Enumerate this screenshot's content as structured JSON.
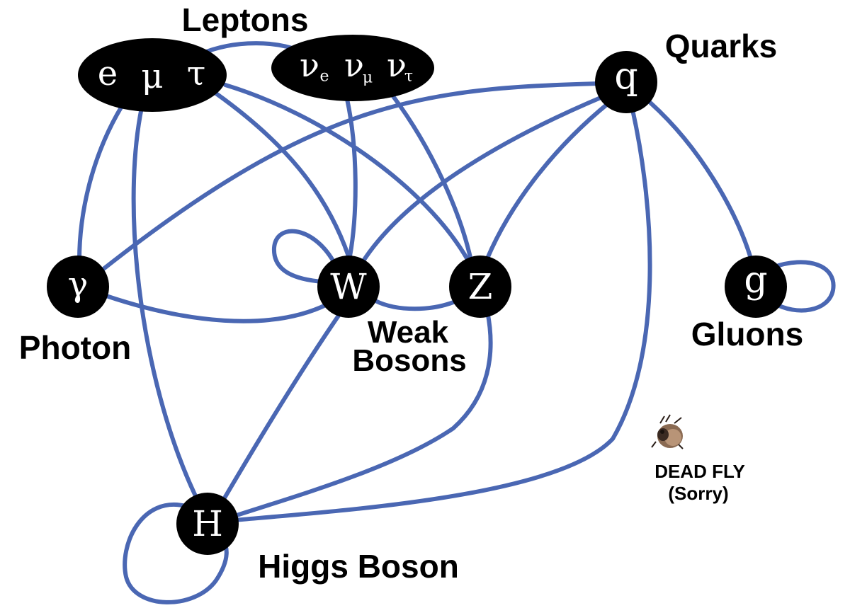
{
  "labels": {
    "leptons": "Leptons",
    "quarks": "Quarks",
    "photon": "Photon",
    "weak_line1": "Weak",
    "weak_line2": "Bosons",
    "gluons": "Gluons",
    "higgs": "Higgs Boson",
    "dead_fly_line1": "DEAD FLY",
    "dead_fly_line2": "(Sorry)"
  },
  "nodes": {
    "charged_leptons": {
      "e": "e",
      "mu": "μ",
      "tau": "τ"
    },
    "neutrinos": {
      "nu": "ν",
      "sub_e": "e",
      "sub_mu": "μ",
      "sub_tau": "τ"
    },
    "quark": "q",
    "photon": "γ",
    "w": "W",
    "z": "Z",
    "gluon": "g",
    "higgs": "H"
  },
  "colors": {
    "edge": "#4a67b3",
    "node": "#000000",
    "node_text": "#ffffff"
  },
  "icons": {
    "dead_fly": "dead-fly-icon"
  }
}
